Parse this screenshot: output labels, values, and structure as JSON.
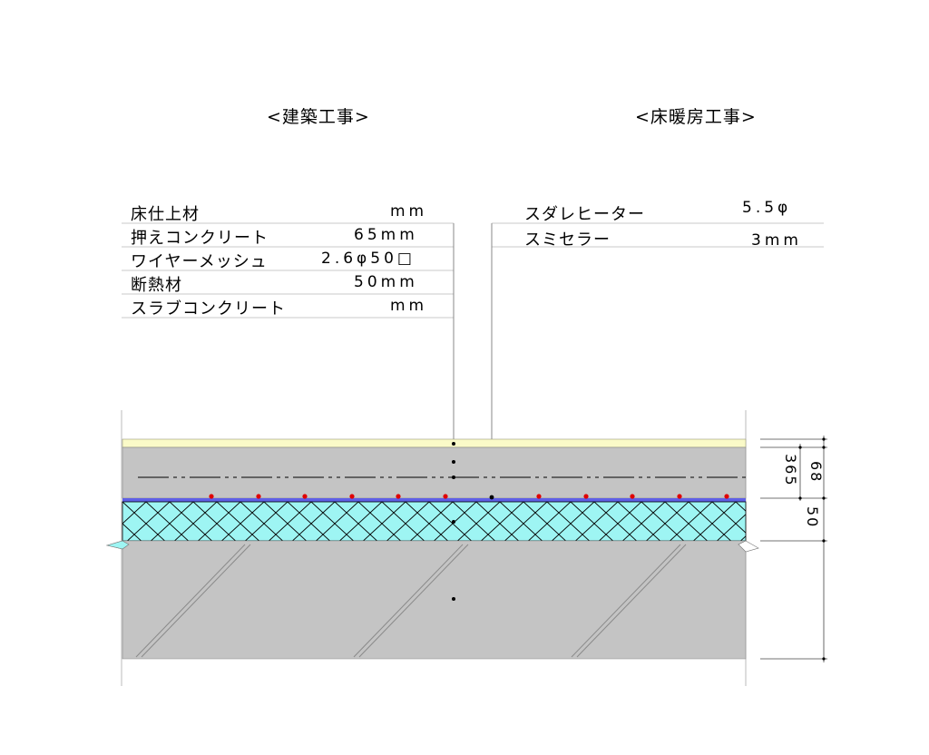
{
  "headings": {
    "architecture": "<建築工事>",
    "floor_heating": "<床暖房工事>"
  },
  "architecture_specs": [
    {
      "label": "床仕上材",
      "value": "mm"
    },
    {
      "label": "押えコンクリート",
      "value": "65mm"
    },
    {
      "label": "ワイヤーメッシュ",
      "value": "2.6φ50□"
    },
    {
      "label": "断熱材",
      "value": "50mm"
    },
    {
      "label": "スラブコンクリート",
      "value": "mm"
    }
  ],
  "floor_heating_specs": [
    {
      "label": "スダレヒーター",
      "value": "5.5φ"
    },
    {
      "label": "スミセラー",
      "value": "3mm"
    }
  ],
  "dimensions": {
    "outer": "68",
    "middle": "365",
    "insulation": "50"
  },
  "colors": {
    "finish_layer": "#fafac8",
    "concrete": "#c4c4c4",
    "insulation": "#9ef5f3",
    "sumiceller": "#5f5fe6",
    "heater_dot": "#e00000",
    "line": "#000000"
  }
}
